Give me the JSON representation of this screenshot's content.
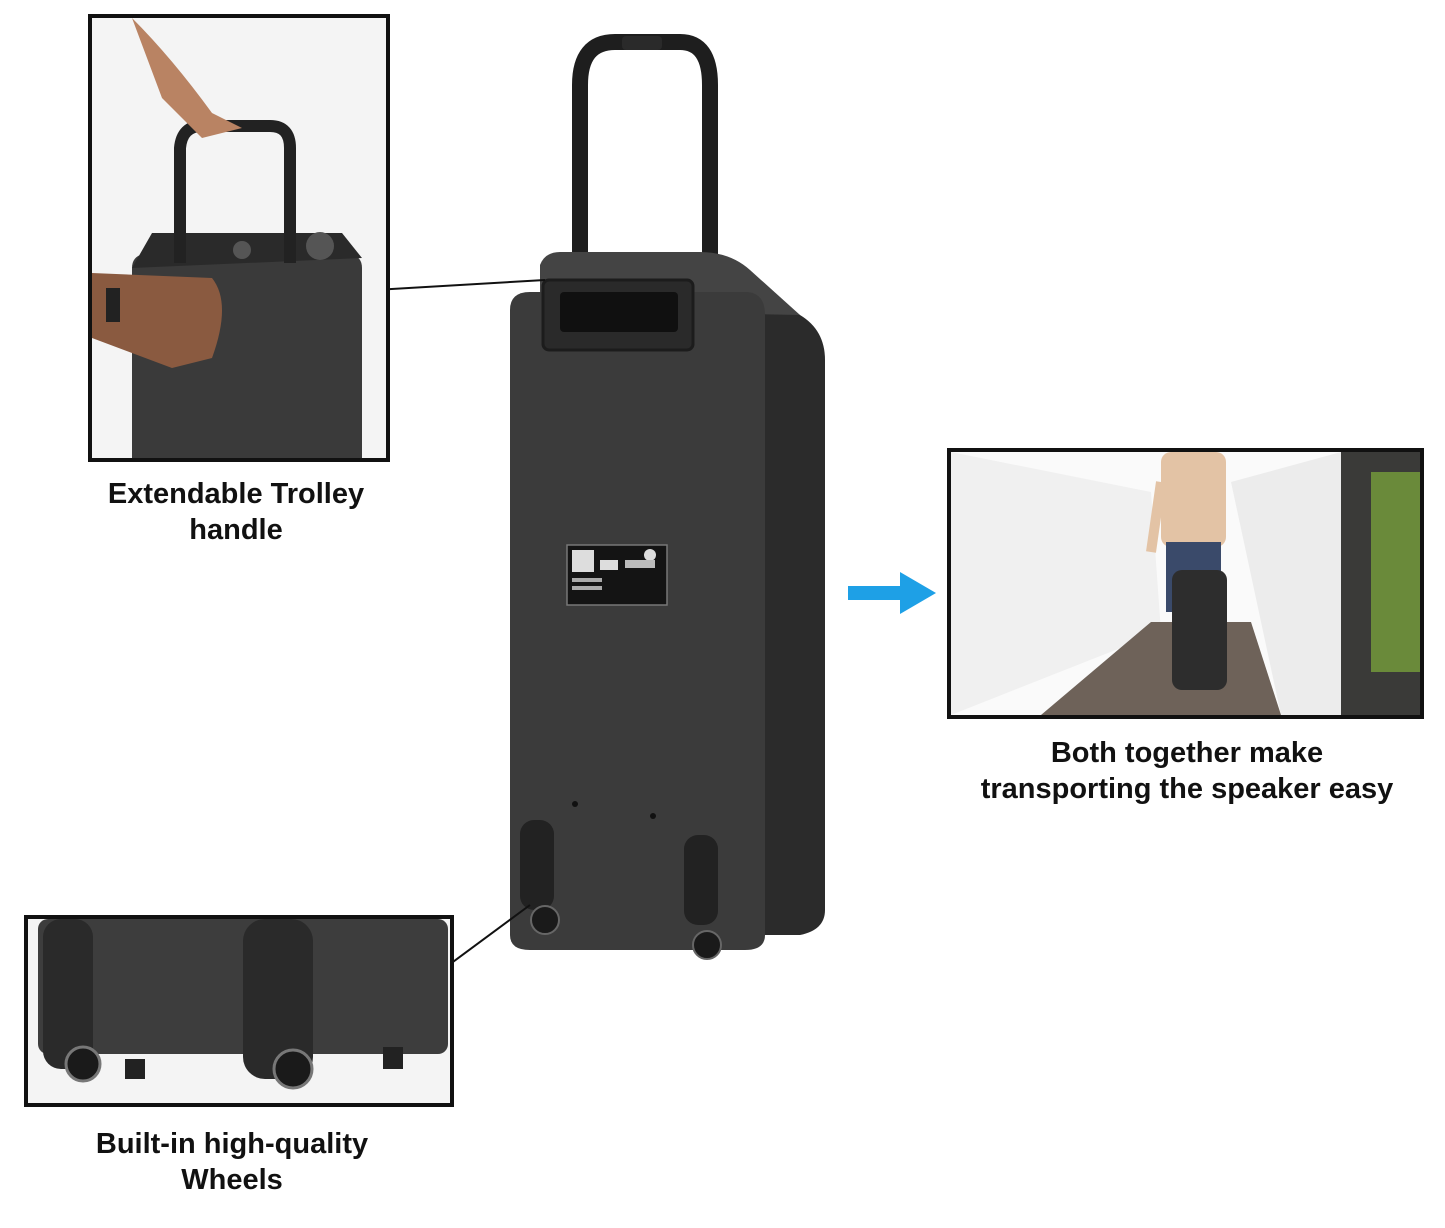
{
  "callouts": {
    "trolley": {
      "line1": "Extendable Trolley",
      "line2": "handle"
    },
    "wheels": {
      "line1": "Built-in high-quality",
      "line2": "Wheels"
    },
    "transport": {
      "line1": "Both together make",
      "line2": "transporting the speaker easy"
    }
  },
  "colors": {
    "arrow": "#1ea0e6",
    "speaker_body": "#3b3b3b",
    "frame": "#111111"
  },
  "icons": {
    "arrow": "arrow-right-icon"
  }
}
